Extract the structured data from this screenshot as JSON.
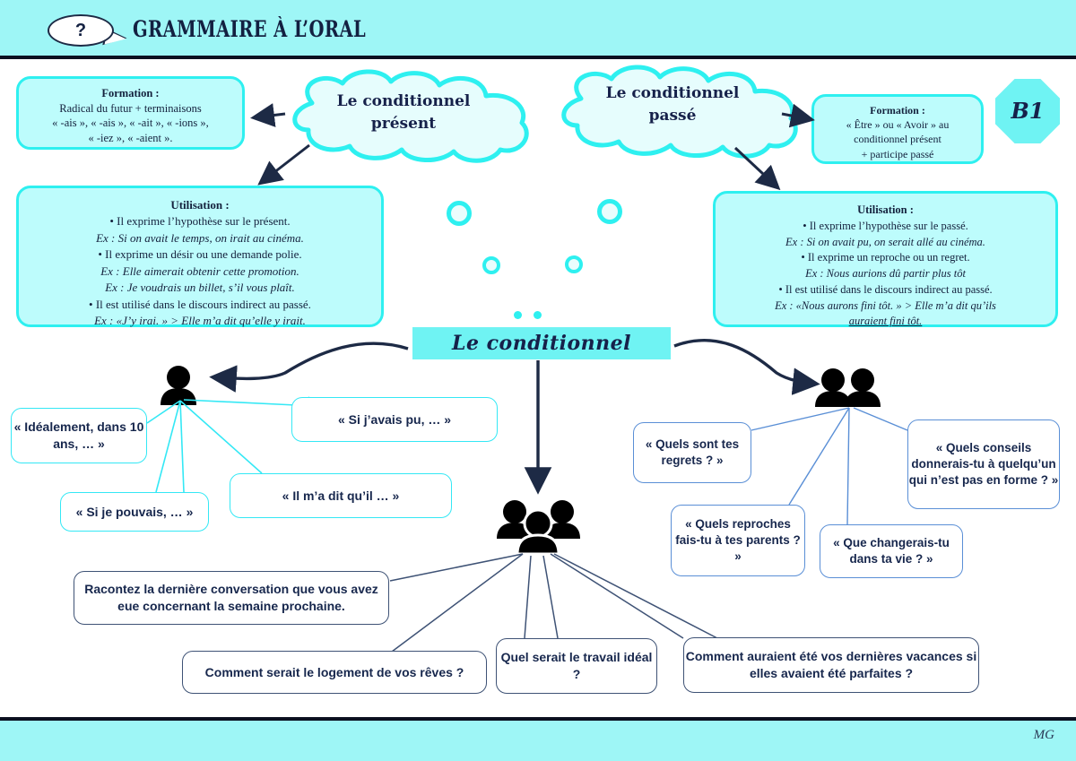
{
  "header": {
    "icon": "question-speech-bubble",
    "question_mark": "?",
    "title": "GRAMMAIRE À L’ORAL"
  },
  "level_badge": {
    "label": "B1"
  },
  "footer": {
    "initials": "MG"
  },
  "center": {
    "title": "Le conditionnel"
  },
  "clouds": [
    {
      "id": "present",
      "line1": "Le conditionnel",
      "line2": "présent"
    },
    {
      "id": "passe",
      "line1": "Le conditionnel",
      "line2": "passé"
    }
  ],
  "formation_present": {
    "title": "Formation :",
    "lines": [
      "Radical du futur + terminaisons",
      "« -ais », « -ais », « -ait », « -ions »,",
      "« -iez », « -aient »."
    ]
  },
  "formation_passe": {
    "title": "Formation :",
    "lines": [
      "« Être » ou « Avoir » au",
      "conditionnel présent",
      "+ participe passé"
    ]
  },
  "utilisation_present": {
    "title": "Utilisation :",
    "lines": [
      "• Il exprime l’hypothèse sur le présent.",
      "Ex : Si on avait le temps, on irait au cinéma.",
      "• Il exprime un désir ou une demande polie.",
      "Ex : Elle aimerait obtenir cette promotion.",
      "Ex : Je voudrais un billet, s’il vous plaît.",
      "• Il est utilisé dans le discours indirect au passé.",
      "Ex : «J’y irai. » > Elle m’a dit qu’elle y irait."
    ]
  },
  "utilisation_passe": {
    "title": "Utilisation :",
    "lines": [
      "• Il exprime l’hypothèse sur le passé.",
      "Ex : Si on avait pu, on serait allé au cinéma.",
      "• Il exprime un reproche ou un regret.",
      "Ex : Nous aurions dû partir plus tôt",
      "• Il est utilisé dans le discours indirect au passé.",
      "Ex : «Nous aurons fini tôt. » > Elle m’a dit qu’ils",
      "auraient fini tôt."
    ]
  },
  "person_single": {
    "icon": "single-person-icon"
  },
  "person_pair": {
    "icon": "two-people-icon"
  },
  "person_group": {
    "icon": "group-of-three-people-icon"
  },
  "bubbles_single": [
    {
      "id": "ideal",
      "text": "« Idéalement, dans 10 ans, … »"
    },
    {
      "id": "sijavais",
      "text": "« Si j’avais pu, … »"
    },
    {
      "id": "sipouvais",
      "text": "« Si je pouvais, … »"
    },
    {
      "id": "ilmadit",
      "text": "« Il m’a dit qu’il … »"
    }
  ],
  "bubbles_pair": [
    {
      "id": "regrets",
      "text": "« Quels sont tes regrets ? »"
    },
    {
      "id": "conseils",
      "text": "« Quels conseils donnerais-tu à quelqu’un qui n’est pas en forme ? »"
    },
    {
      "id": "reproches",
      "text": "« Quels reproches fais-tu à tes parents ? »"
    },
    {
      "id": "changerais",
      "text": "« Que changerais-tu dans ta vie ? »"
    }
  ],
  "bubbles_group": [
    {
      "id": "racontez",
      "text": "Racontez la dernière conversation que vous avez eue concernant la semaine prochaine."
    },
    {
      "id": "logement",
      "text": "Comment serait le logement de vos rêves ?"
    },
    {
      "id": "travail",
      "text": "Quel serait le travail idéal ?"
    },
    {
      "id": "vacances",
      "text": "Comment auraient été vos dernières vacances si elles avaient été parfaites ?"
    }
  ],
  "colors": {
    "header_band": "#9ef6f6",
    "box_fill": "#bdfcfc",
    "box_border": "#2ef0f0",
    "accent_cyan": "#2ef0f0",
    "ink_navy": "#16214a",
    "bubble_blue": "#5a8fd6",
    "bubble_navy": "#3e5275"
  }
}
